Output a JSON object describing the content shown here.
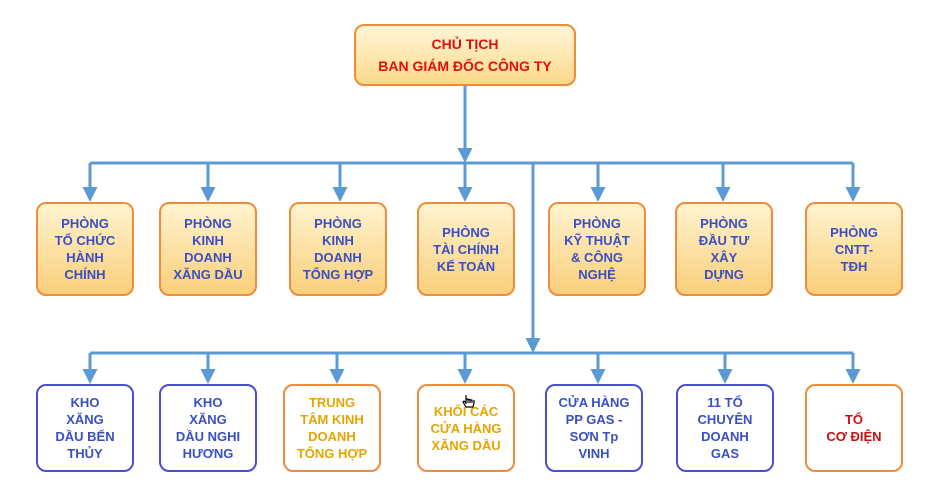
{
  "top": {
    "line1": "CHỦ TỊCH",
    "line2": "BAN GIÁM ĐỐC CÔNG TY"
  },
  "departments": [
    {
      "label": "PHÒNG\nTỔ CHỨC\nHÀNH\nCHÍNH"
    },
    {
      "label": "PHÒNG\nKINH\nDOANH\nXĂNG DẦU"
    },
    {
      "label": "PHÒNG\nKINH\nDOANH\nTỔNG HỢP"
    },
    {
      "label": "PHÒNG\nTÀI CHÍNH\nKẾ TOÁN"
    },
    {
      "label": "PHÒNG\nKỸ THUẬT\n& CÔNG\nNGHỆ"
    },
    {
      "label": "PHÒNG\nĐẦU TƯ\nXÂY\nDỰNG"
    },
    {
      "label": "PHÒNG\nCNTT-\nTĐH"
    }
  ],
  "units": [
    {
      "label": "KHO\nXĂNG\nDẦU BẾN\nTHỦY"
    },
    {
      "label": "KHO\nXĂNG\nDẦU NGHI\nHƯƠNG"
    },
    {
      "label": "TRUNG\nTÂM KINH\nDOANH\nTỔNG HỢP"
    },
    {
      "label": "KHỐI CÁC\nCỬA HÀNG\nXĂNG DẦU"
    },
    {
      "label": "CỬA HÀNG\nPP GAS -\nSƠN Tp\nVINH"
    },
    {
      "label": "11 TỔ\nCHUYÊN\nDOANH\nGAS"
    },
    {
      "label": "TỔ\nCƠ ĐIỆN"
    }
  ],
  "colors": {
    "connector": "#5b9bd5",
    "box_border_orange": "#ef8c3c",
    "box_border_blue": "#4a4fd2",
    "text_red": "#e01010",
    "text_blue": "#3a4fc4",
    "text_gold": "#e6a400"
  },
  "icons": {
    "cursor": "hand-pointer-icon"
  }
}
